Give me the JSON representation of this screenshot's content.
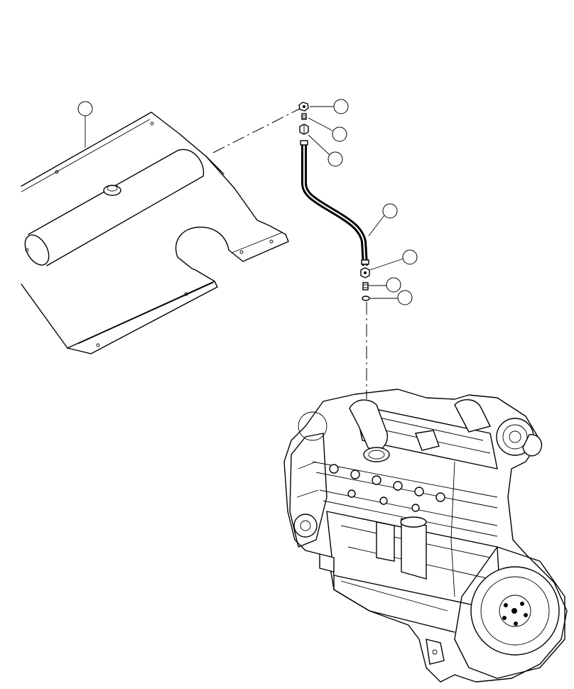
{
  "diagram": {
    "callouts": [
      "",
      "",
      "",
      "",
      "",
      "",
      "",
      ""
    ],
    "parts": [
      "heat-shield",
      "banjo-fitting",
      "banjo-bolt",
      "hose-nut",
      "breather-hose",
      "lower-hose-nut",
      "lower-fitting-bolt",
      "sealing-washer",
      "engine-assembly"
    ]
  }
}
